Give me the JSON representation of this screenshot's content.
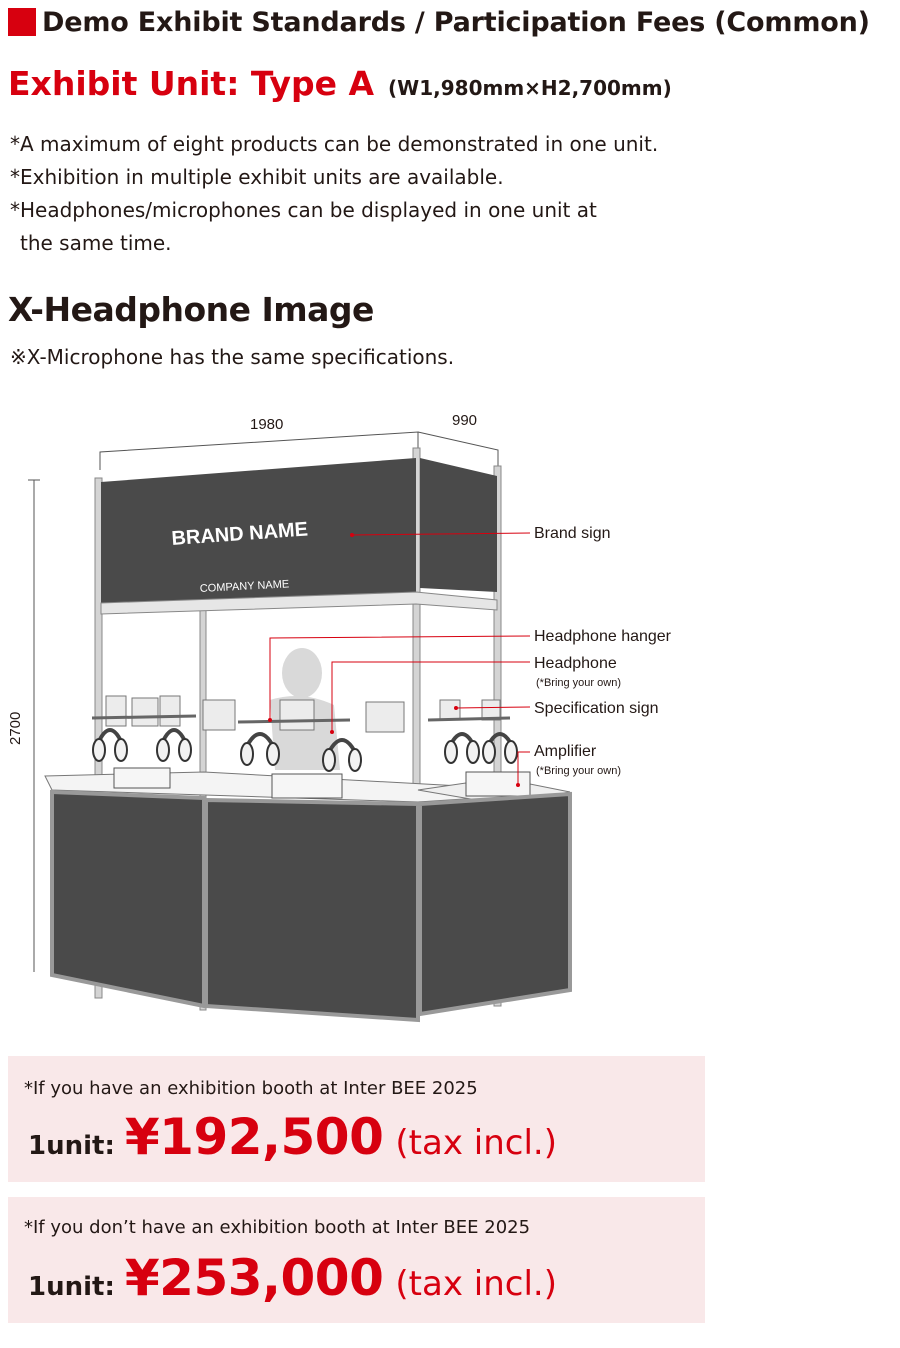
{
  "header": {
    "title": "Demo Exhibit Standards / Participation Fees (Common)"
  },
  "unit": {
    "title": "Exhibit Unit: Type A",
    "dimensions": "(W1,980mm×H2,700mm)"
  },
  "notes": [
    "*A maximum of eight products can be demonstrated in one unit.",
    "*Exhibition in multiple exhibit units are available.",
    "*Headphones/microphones can be displayed in one unit at",
    "the same time."
  ],
  "image_section": {
    "title": "X-Headphone Image",
    "note": "※X-Microphone has the same specifications."
  },
  "diagram": {
    "width_label": "1980",
    "depth_label": "990",
    "height_label": "2700",
    "brand_text": "BRAND NAME",
    "company_text": "COMPANY NAME",
    "callouts": {
      "brand_sign": "Brand sign",
      "hanger": "Headphone hanger",
      "headphone": "Headphone",
      "headphone_note": "(*Bring your own)",
      "spec_sign": "Specification sign",
      "amplifier": "Amplifier",
      "amplifier_note": "(*Bring your own)"
    },
    "colors": {
      "panel": "#4a4a4a",
      "frame": "#bfbfbf",
      "callout": "#d7000f"
    }
  },
  "fees": [
    {
      "condition": "*If you have an exhibition booth at Inter BEE 2025",
      "label": "1unit:",
      "price": "¥192,500",
      "tax": "(tax incl.)"
    },
    {
      "condition": "*If you don’t have an exhibition booth at Inter BEE 2025",
      "label": "1unit:",
      "price": "¥253,000",
      "tax": "(tax incl.)"
    }
  ],
  "colors": {
    "accent": "#d7000f",
    "fee_bg": "#f9e8e9"
  }
}
